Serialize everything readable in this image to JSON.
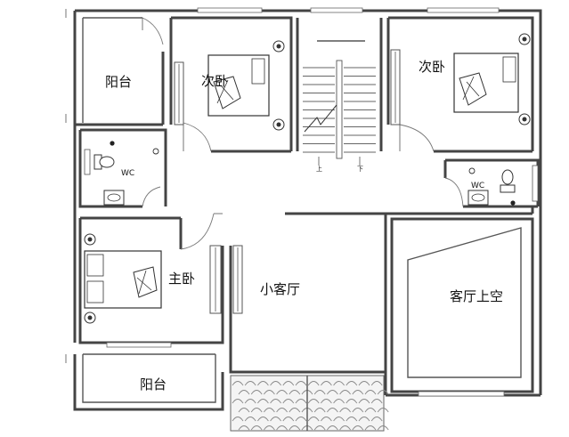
{
  "rooms": {
    "balcony_top": "阳台",
    "bedroom_left": "次卧",
    "bedroom_right": "次卧",
    "wc_left": "WC",
    "wc_right": "WC",
    "master_bedroom": "主卧",
    "small_living": "小客厅",
    "living_void": "客厅上空",
    "balcony_bottom": "阳台"
  },
  "stairs": {
    "up_mark": "上",
    "down_mark": "下"
  },
  "colors": {
    "wall": "#444444",
    "line": "#666666",
    "background": "#ffffff",
    "roof_tile": "#888888"
  }
}
